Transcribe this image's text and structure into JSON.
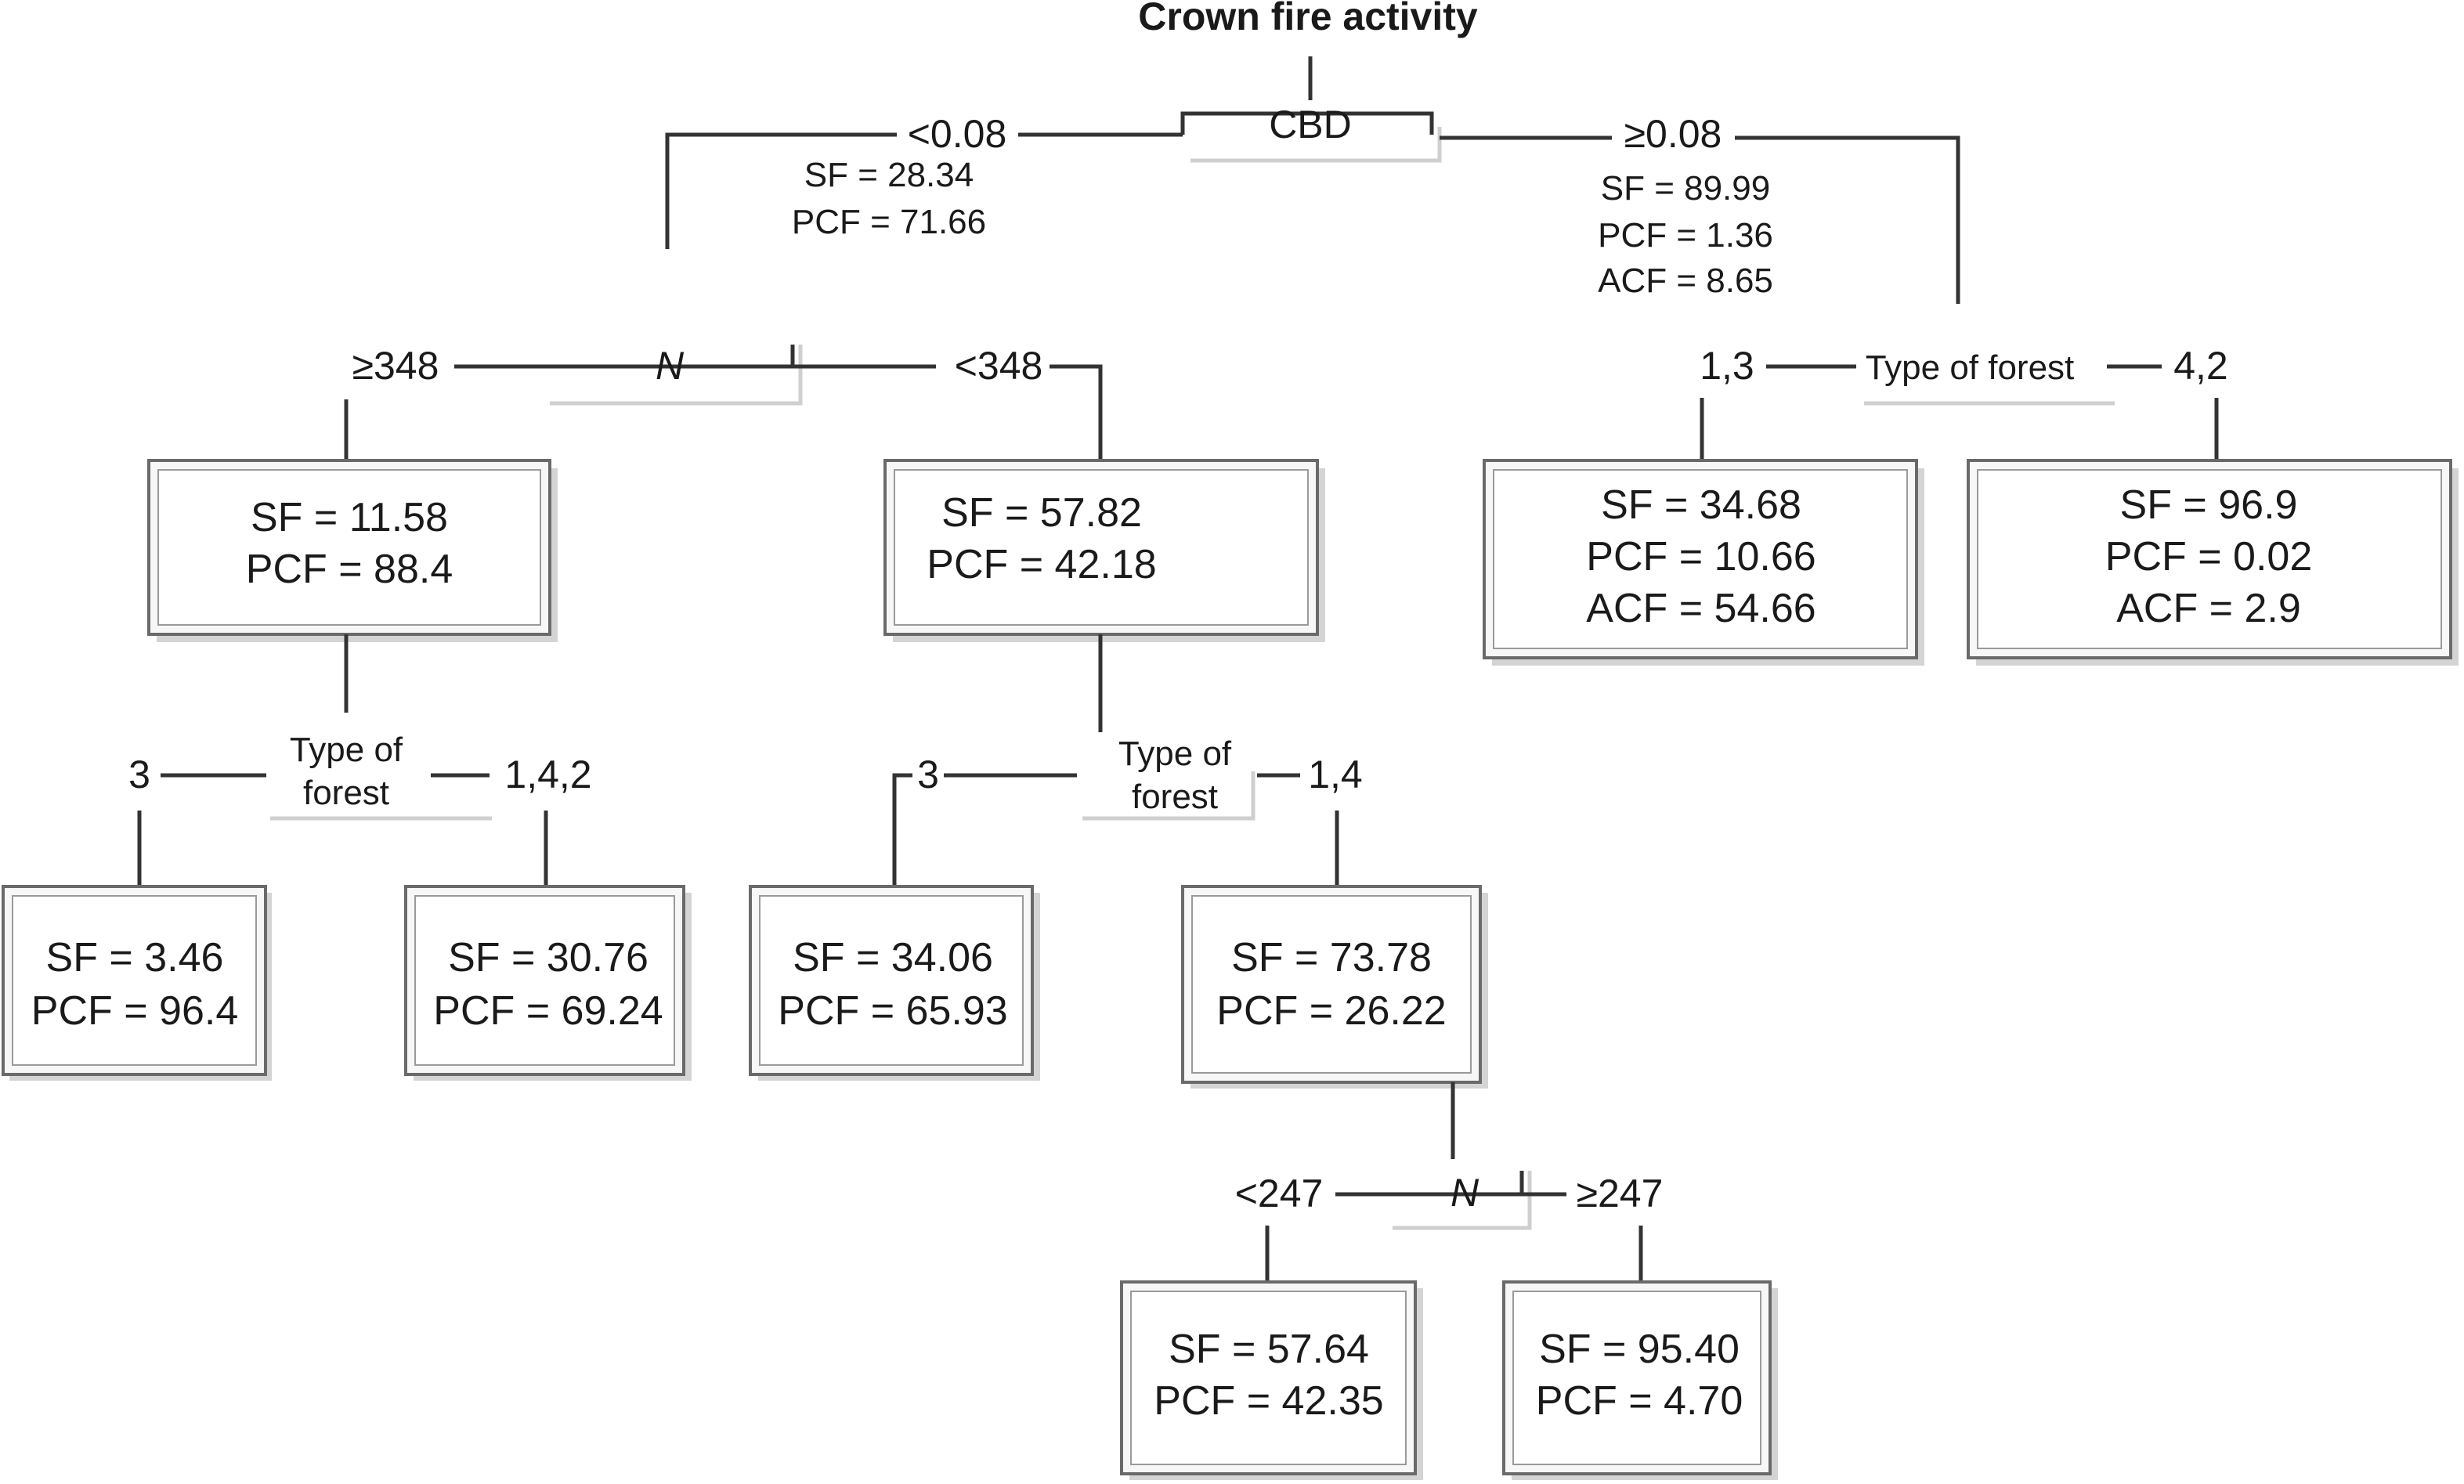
{
  "title": "Crown fire activity",
  "root": {
    "variable": "CBD",
    "left_split": "<0.08",
    "right_split": "≥0.08",
    "left_stats": [
      "SF = 28.34",
      "PCF = 71.66"
    ],
    "right_stats": [
      "SF = 89.99",
      "PCF = 1.36",
      "ACF = 8.65"
    ]
  },
  "n_node": {
    "variable": "N",
    "left_split": "≥348",
    "right_split": "<348"
  },
  "forest_right": {
    "variable": "Type of forest",
    "left_split": "1,3",
    "right_split": "4,2"
  },
  "forest_a": {
    "variable_line1": "Type of",
    "variable_line2": "forest",
    "left_split": "3",
    "right_split": "1,4,2"
  },
  "forest_b": {
    "variable_line1": "Type of",
    "variable_line2": "forest",
    "left_split": "3",
    "right_split": "1,4"
  },
  "n_node2": {
    "variable": "N",
    "left_split": "<247",
    "right_split": "≥247"
  },
  "boxes": {
    "b1": [
      "SF = 11.58",
      "PCF = 88.4"
    ],
    "b2": [
      "SF = 57.82",
      "PCF = 42.18"
    ],
    "b3": [
      "SF = 34.68",
      "PCF = 10.66",
      "ACF = 54.66"
    ],
    "b4": [
      "SF = 96.9",
      "PCF = 0.02",
      "ACF = 2.9"
    ],
    "b5": [
      "SF = 3.46",
      "PCF = 96.4"
    ],
    "b6": [
      "SF = 30.76",
      "PCF = 69.24"
    ],
    "b7": [
      "SF = 34.06",
      "PCF = 65.93"
    ],
    "b8": [
      "SF = 73.78",
      "PCF = 26.22"
    ],
    "b9": [
      "SF = 57.64",
      "PCF = 42.35"
    ],
    "b10": [
      "SF = 95.40",
      "PCF = 4.70"
    ]
  }
}
